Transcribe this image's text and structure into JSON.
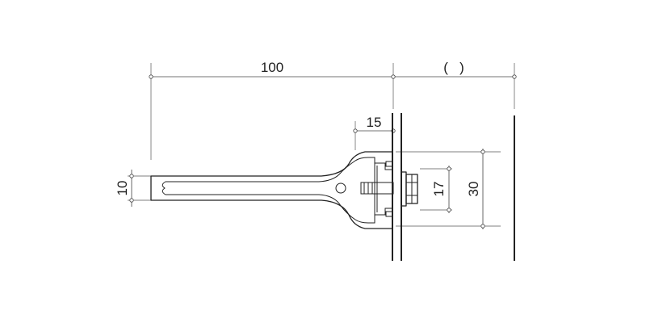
{
  "dimensions": {
    "width_total": "100",
    "gap": "(   )",
    "flange": "15",
    "bar_thickness": "10",
    "bolt_spacing": "17",
    "plate_height": "30"
  },
  "colors": {
    "line": "#222222",
    "dimension": "#444444",
    "background": "#ffffff"
  }
}
